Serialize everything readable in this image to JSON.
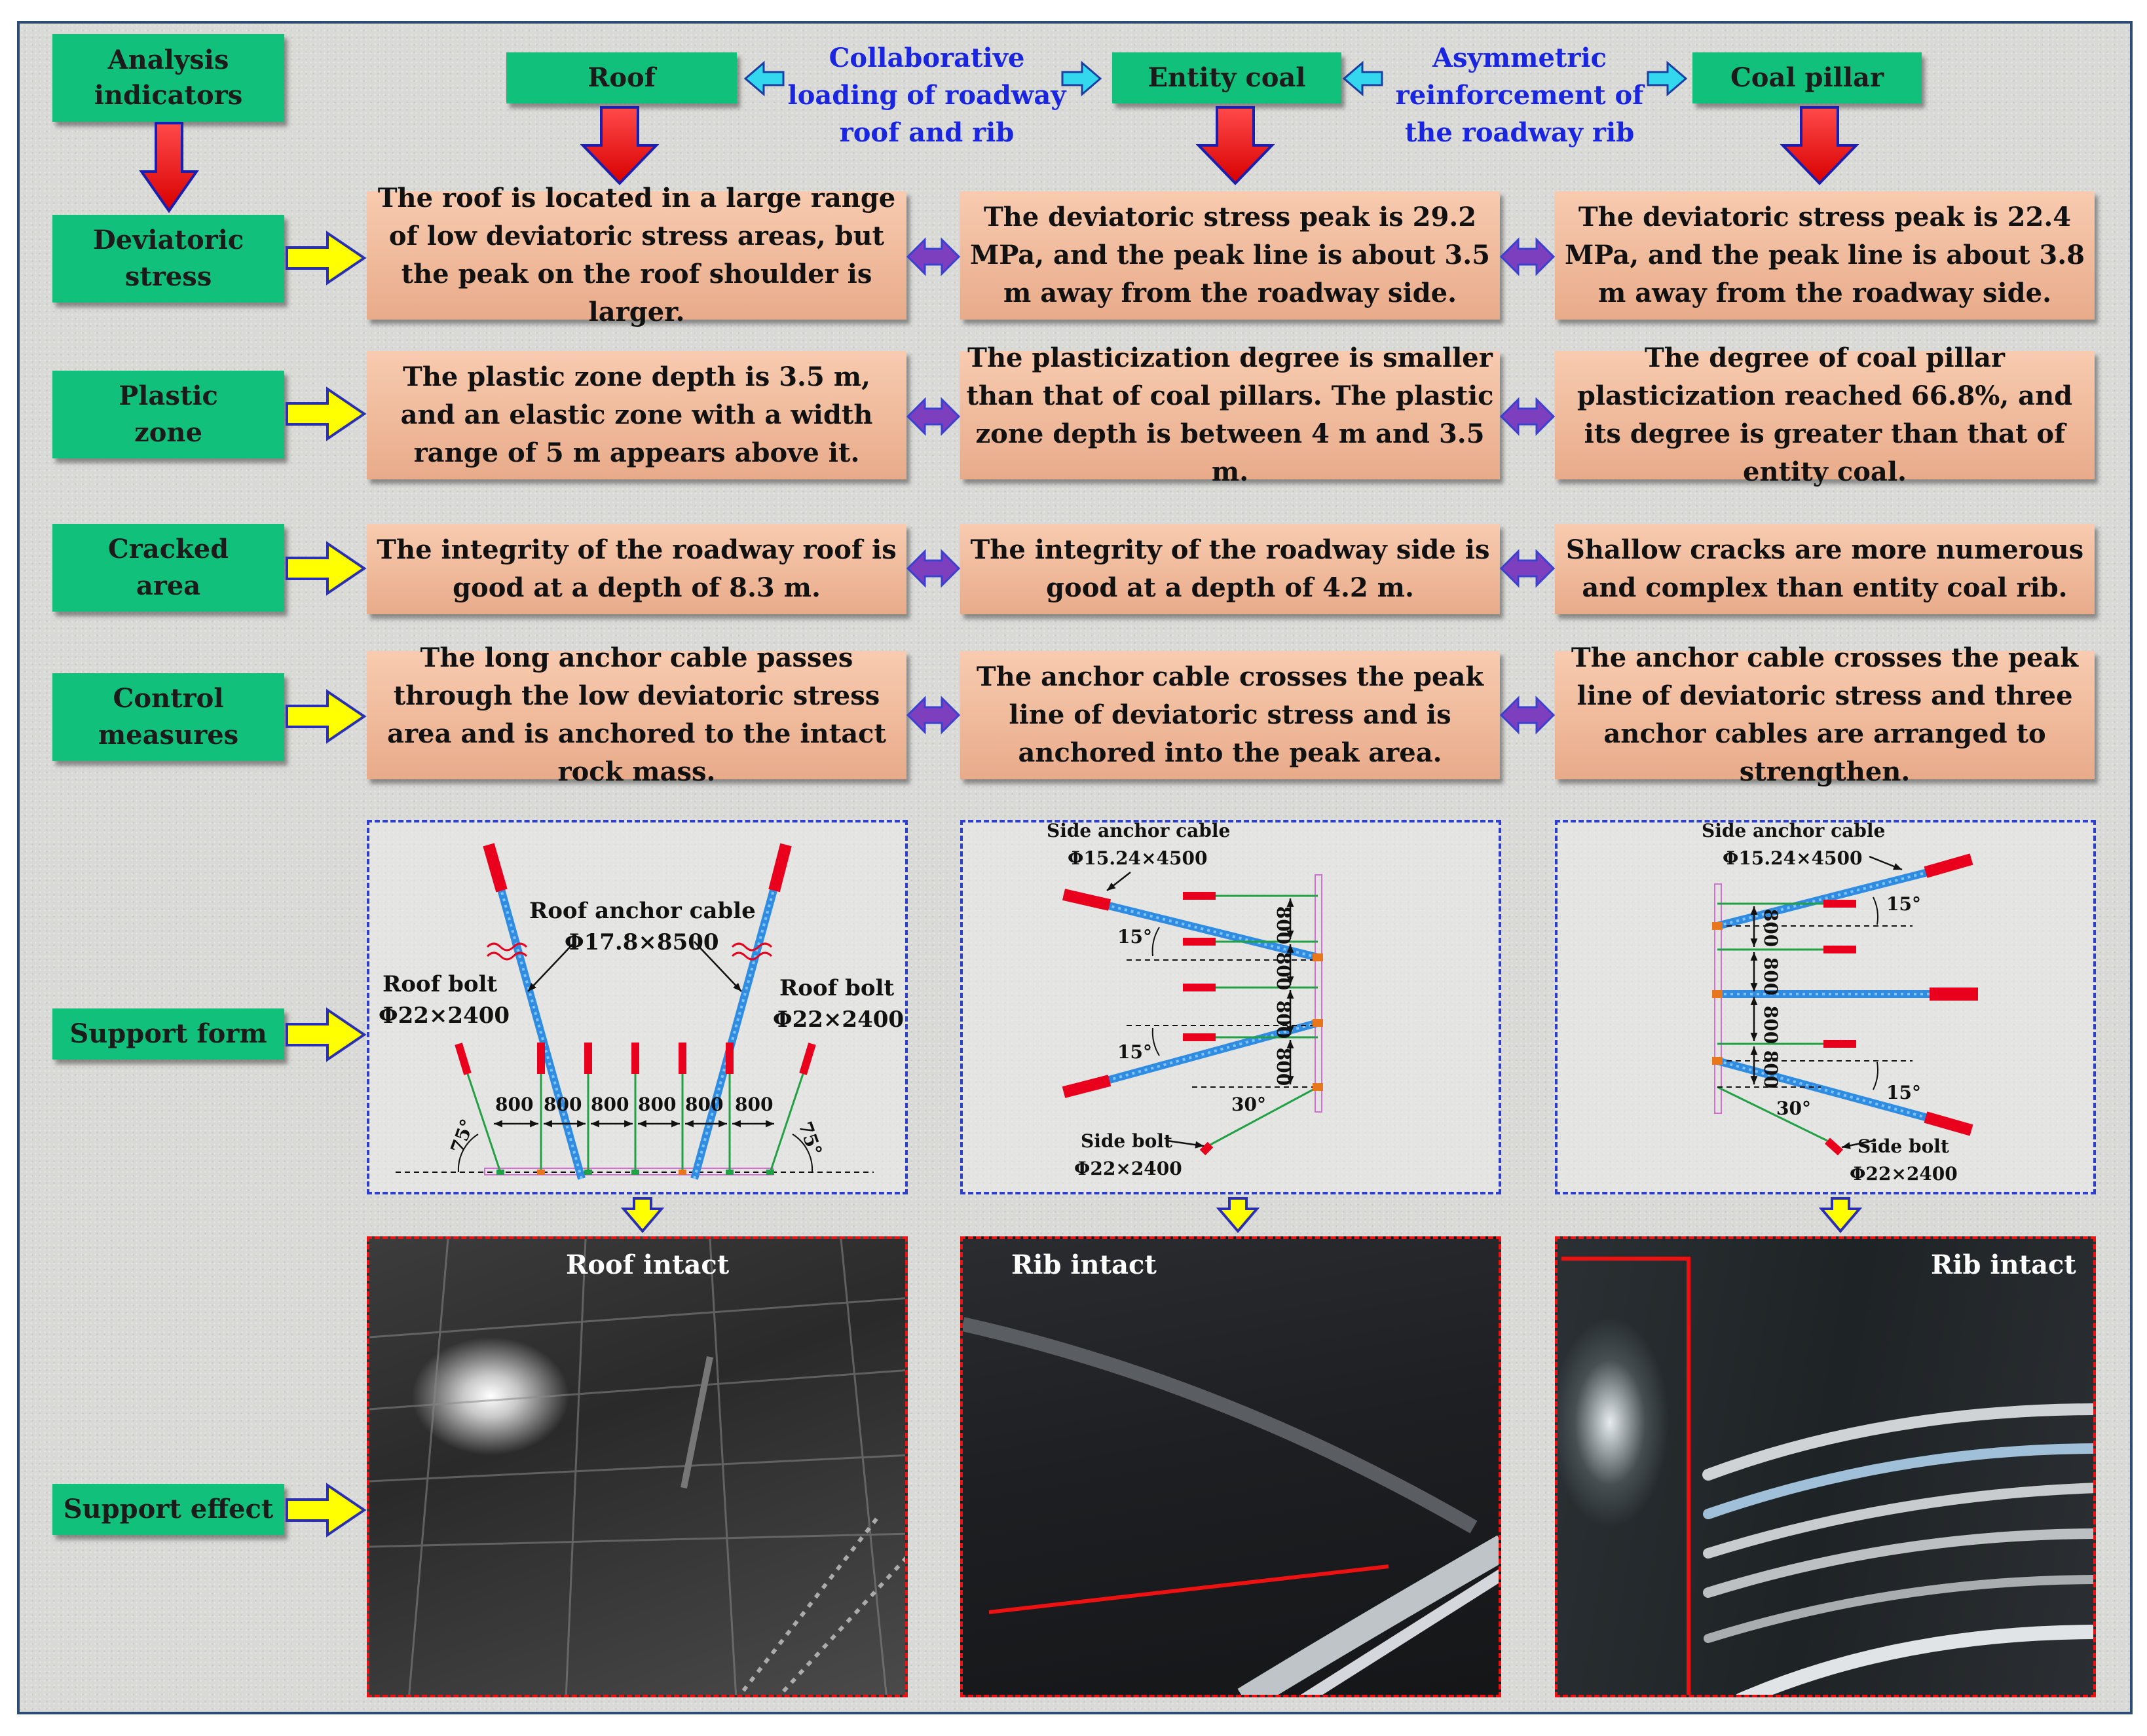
{
  "headers": {
    "analysis": "Analysis indicators",
    "roof": "Roof",
    "entity": "Entity coal",
    "pillar": "Coal pillar",
    "collab": "Collaborative loading of roadway roof and rib",
    "asym": "Asymmetric reinforcement of the roadway rib"
  },
  "rows": [
    {
      "label": "Deviatoric stress",
      "cells": [
        "The roof is located in a large range of low deviatoric stress areas, but the peak on the roof shoulder is larger.",
        "The deviatoric stress peak is 29.2 MPa, and the peak line is about 3.5 m away from the roadway side.",
        "The deviatoric stress peak is 22.4 MPa, and the peak line is about 3.8 m away from the roadway side."
      ]
    },
    {
      "label": "Plastic zone",
      "cells": [
        "The plastic zone depth is 3.5 m, and an elastic zone with a width range of 5 m appears above it.",
        "The plasticization degree is smaller than that of coal pillars. The plastic zone depth is between 4 m and 3.5 m.",
        "The degree of coal pillar plasticization reached 66.8%, and its degree is greater than that of entity coal."
      ]
    },
    {
      "label": "Cracked area",
      "cells": [
        "The integrity of the roadway roof is good at a depth of 8.3 m.",
        "The integrity of the roadway side is good at a depth of 4.2 m.",
        "Shallow cracks are more numerous and complex than entity coal rib."
      ]
    },
    {
      "label": "Control measures",
      "cells": [
        "The long anchor cable passes through the low deviatoric stress area and is anchored to the intact rock mass.",
        "The anchor cable crosses the peak line of deviatoric stress and is anchored into the peak area.",
        "The anchor cable crosses the peak line of deviatoric stress and three anchor cables are arranged to strengthen."
      ]
    }
  ],
  "support_form_label": "Support form",
  "support_effect_label": "Support effect",
  "roof_diagram": {
    "cable": "Roof anchor cable",
    "cable_spec": "Φ17.8×8500",
    "bolt_left": "Roof bolt",
    "bolt_left_spec": "Φ22×2400",
    "bolt_right": "Roof bolt",
    "bolt_right_spec": "Φ22×2400",
    "spacings": [
      "800",
      "800",
      "800",
      "800",
      "800",
      "800"
    ],
    "angle_left": "75°",
    "angle_right": "75°"
  },
  "entity_diagram": {
    "cable": "Side anchor cable",
    "cable_spec": "Φ15.24×4500",
    "angle_top": "15°",
    "angle_bottom": "15°",
    "angle_bolt": "30°",
    "spacings": [
      "800",
      "800",
      "800",
      "800"
    ],
    "bolt": "Side bolt",
    "bolt_spec": "Φ22×2400"
  },
  "pillar_diagram": {
    "cable": "Side anchor cable",
    "cable_spec": "Φ15.24×4500",
    "angle_top": "15°",
    "angle_bottom": "15°",
    "angle_bolt": "30°",
    "spacings": [
      "800",
      "800",
      "800",
      "800"
    ],
    "bolt": "Side bolt",
    "bolt_spec": "Φ22×2400"
  },
  "photos": [
    "Roof intact",
    "Rib intact",
    "Rib intact"
  ],
  "colors": {
    "green": "#11c07a",
    "blue_text": "#1a25e0",
    "arrow_red": "#e8001c",
    "arrow_yellow": "#ffff00",
    "arrow_purple": "#7e3fbf",
    "arrow_cyan": "#33d8ee",
    "cable_blue": "#2f8ce0"
  }
}
